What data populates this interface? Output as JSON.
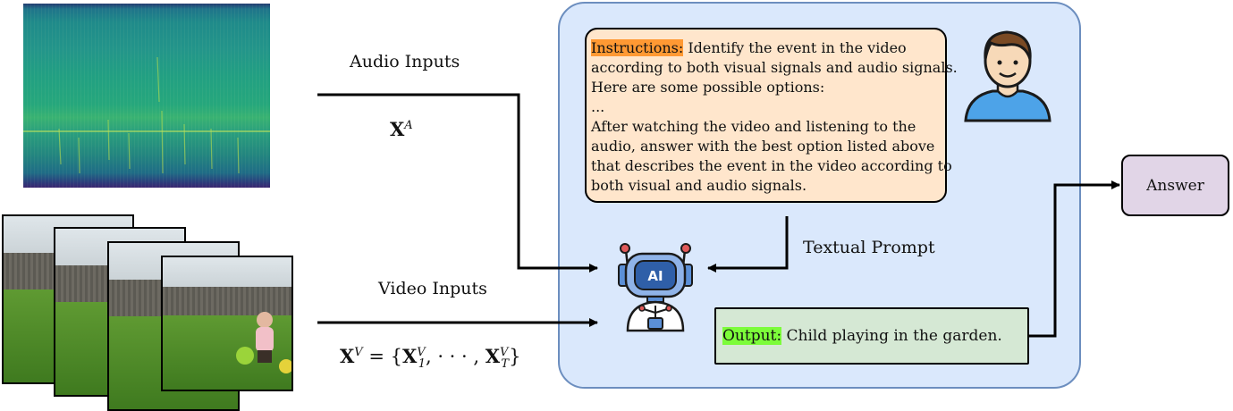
{
  "audio": {
    "label": "Audio Inputs",
    "symbol_main": "X",
    "symbol_sup": "A"
  },
  "video": {
    "label": "Video Inputs",
    "symbol_main": "X",
    "symbol_sup": "V",
    "equals": " = {",
    "x1": "X",
    "x1_sup": "V",
    "x1_sub": "1",
    "dots": ", · · · , ",
    "xt": "X",
    "xt_sup": "V",
    "xt_sub": "T",
    "close": "}"
  },
  "instructions": {
    "tag": "Instructions:",
    "line1_rest": " Identify the event in the video",
    "line2": "according to both visual signals and audio signals.",
    "line3": "Here are some possible options:",
    "line4": "...",
    "line5": "After watching the video and listening to the",
    "line6": "audio, answer with the best option listed above",
    "line7": "that describes the event in the video according to",
    "line8": "both visual and audio signals."
  },
  "textual_prompt_label": "Textual Prompt",
  "robot_badge": "AI",
  "output": {
    "tag": "Output:",
    "text": " Child playing in the garden."
  },
  "answer": "Answer",
  "colors": {
    "panel_fill": "#dae8fc",
    "panel_border": "#6c8ebf",
    "instructions_fill": "#ffe6cc",
    "output_fill": "#d5e8d4",
    "answer_fill": "#e1d5e7",
    "instructions_highlight": "#ff9933",
    "output_highlight": "#7cfc3a"
  },
  "icons": [
    "spectrogram-image",
    "video-frames-image",
    "user-avatar-icon",
    "ai-robot-icon"
  ]
}
